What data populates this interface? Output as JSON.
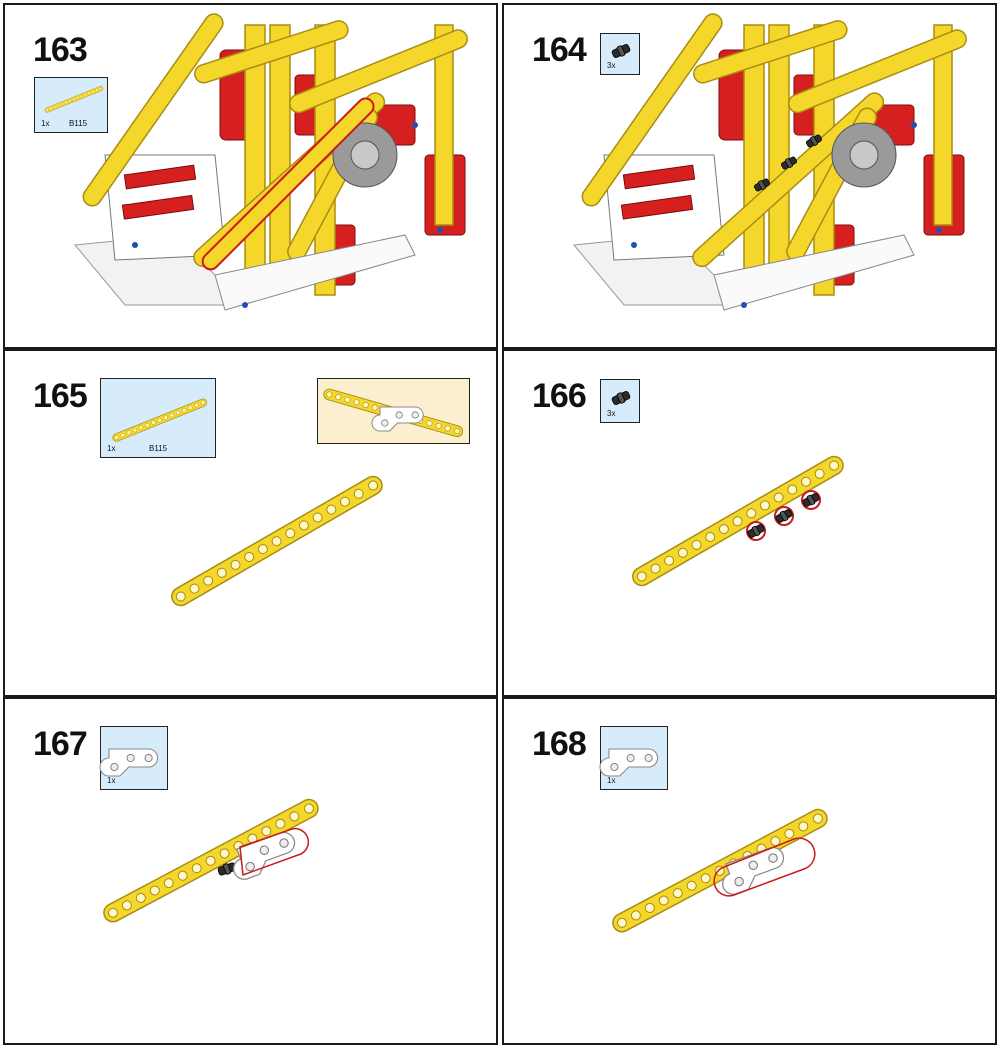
{
  "steps": [
    {
      "number": "163",
      "parts": {
        "qty": "1x",
        "code": "B115",
        "part_icon": "yellow-beam-icon"
      }
    },
    {
      "number": "164",
      "parts": {
        "qty": "3x",
        "part_icon": "black-pin-icon"
      }
    },
    {
      "number": "165",
      "parts": {
        "qty": "1x",
        "code": "B115",
        "part_icon": "yellow-beam-icon"
      },
      "callout_icon": "beam-with-white-liftarm-icon"
    },
    {
      "number": "166",
      "parts": {
        "qty": "3x",
        "part_icon": "black-pin-icon"
      }
    },
    {
      "number": "167",
      "parts": {
        "qty": "1x",
        "part_icon": "white-bent-liftarm-icon"
      }
    },
    {
      "number": "168",
      "parts": {
        "qty": "1x",
        "part_icon": "white-bent-liftarm-icon"
      }
    }
  ],
  "colors": {
    "beam_yellow": "#f5d72c",
    "beam_edge": "#b89a10",
    "part_box": "#d6ecfb",
    "callout_box": "#fcefcf",
    "red_part": "#d62020",
    "highlight": "#cc1a1a"
  }
}
